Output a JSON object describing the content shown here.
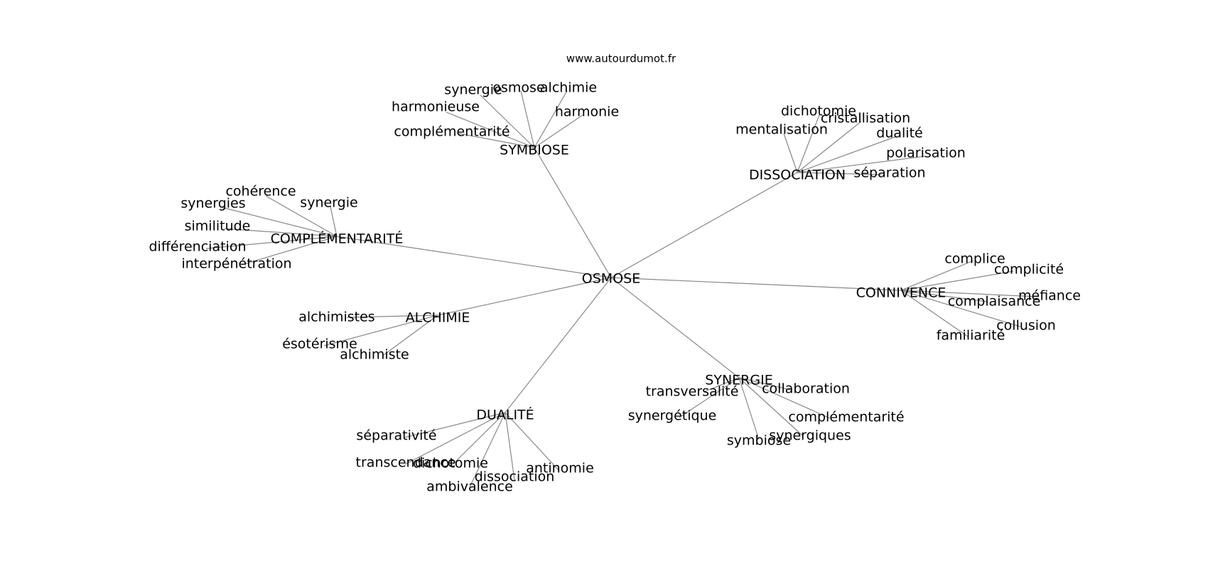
{
  "site_label": "www.autourdumot.fr",
  "colors": {
    "edge": "#888888",
    "text": "#000000",
    "background": "#ffffff"
  },
  "graph": {
    "center": {
      "id": "osmose",
      "label": "OSMOSE"
    },
    "hubs": [
      {
        "id": "symbiose",
        "label": "SYMBIOSE",
        "leaves": [
          "synergie",
          "osmose",
          "alchimie",
          "harmonieuse",
          "harmonie",
          "complémentarité"
        ]
      },
      {
        "id": "dissociation",
        "label": "DISSOCIATION",
        "leaves": [
          "dichotomie",
          "cristallisation",
          "mentalisation",
          "dualité",
          "polarisation",
          "séparation"
        ]
      },
      {
        "id": "complementarite",
        "label": "COMPLÉMENTARITÉ",
        "leaves": [
          "cohérence",
          "synergies",
          "synergie",
          "similitude",
          "différenciation",
          "interpénétration"
        ]
      },
      {
        "id": "connivence",
        "label": "CONNIVENCE",
        "leaves": [
          "complice",
          "complicité",
          "méfiance",
          "complaisance",
          "collusion",
          "familiarité"
        ]
      },
      {
        "id": "alchimie",
        "label": "ALCHIMIE",
        "leaves": [
          "alchimistes",
          "ésotérisme",
          "alchimiste"
        ]
      },
      {
        "id": "synergie",
        "label": "SYNERGIE",
        "leaves": [
          "transversalité",
          "collaboration",
          "synergétique",
          "complémentarité",
          "symbiose",
          "synergiques"
        ]
      },
      {
        "id": "dualite",
        "label": "DUALITÉ",
        "leaves": [
          "séparativité",
          "transcendance",
          "dichotomie",
          "antinomie",
          "dissociation",
          "ambivalence"
        ]
      }
    ]
  }
}
